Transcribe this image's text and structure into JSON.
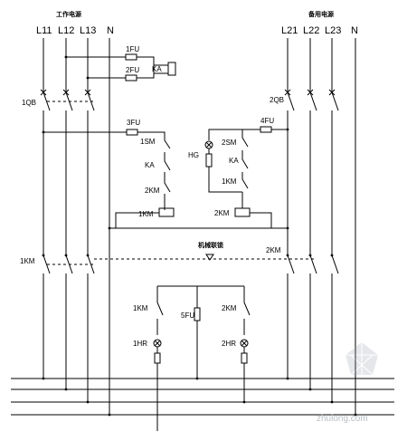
{
  "sections": {
    "working_power": "工作电源",
    "standby_power": "备用电源",
    "interlock": "机械联锁"
  },
  "phases_left": [
    "L11",
    "L12",
    "L13",
    "N"
  ],
  "phases_right": [
    "L21",
    "L22",
    "L23",
    "N"
  ],
  "labels": {
    "q1": "1QB",
    "q2": "2QB",
    "fu1": "1FU",
    "fu2": "2FU",
    "fu3": "3FU",
    "fu4": "4FU",
    "fu5": "5FU",
    "ka": "KA",
    "sm1": "1SM",
    "sm2": "2SM",
    "ka_left": "KA",
    "ka_right": "KA",
    "km2_aux": "2KM",
    "km1_aux": "1KM",
    "km1_coil": "1KM",
    "km2_coil": "2KM",
    "hg": "HG",
    "km1_main": "1KM",
    "km2_main": "2KM",
    "km1_ind": "1KM",
    "km2_ind": "2KM",
    "hr1": "1HR",
    "hr2": "2HR"
  },
  "watermark": "zhulong.com"
}
